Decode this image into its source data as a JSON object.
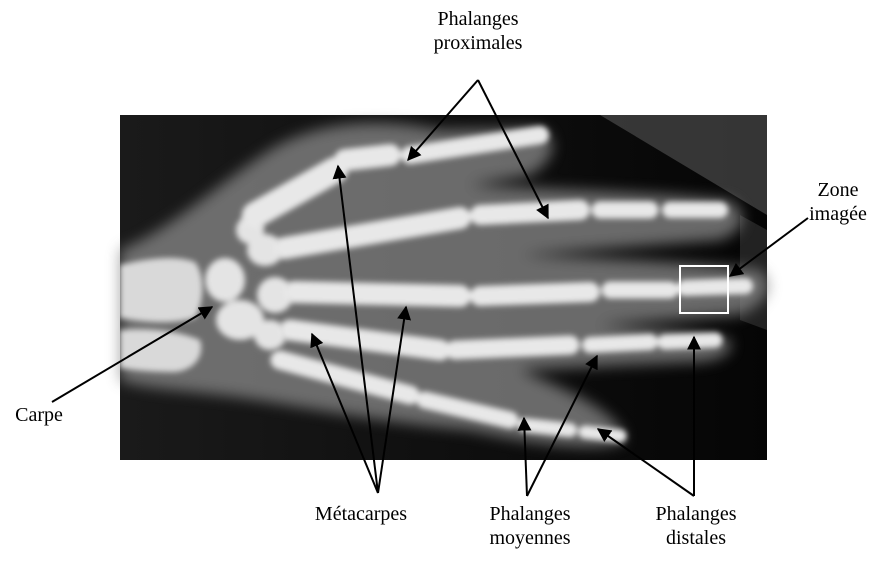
{
  "labels": {
    "phalanges_proximales": [
      "Phalanges",
      "proximales"
    ],
    "zone_imagee": [
      "Zone",
      "imagée"
    ],
    "carpe": [
      "Carpe"
    ],
    "metacarpes": [
      "Métacarpes"
    ],
    "phalanges_moyennes": [
      "Phalanges",
      "moyennes"
    ],
    "phalanges_distales": [
      "Phalanges",
      "distales"
    ]
  },
  "colors": {
    "background": "#ffffff",
    "film": "#050505",
    "bone": "#e6e6e6",
    "arrow": "#000000",
    "roi_box": "#ffffff"
  }
}
